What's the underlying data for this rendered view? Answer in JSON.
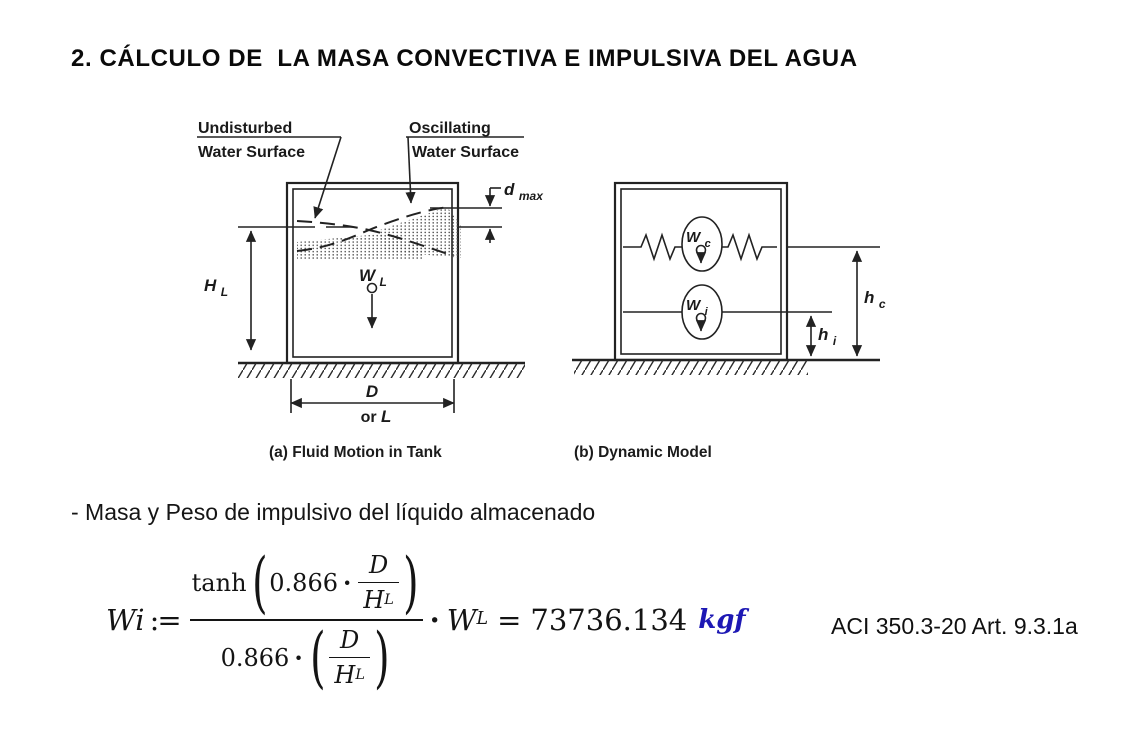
{
  "page": {
    "title": "2. CÁLCULO DE  LA MASA CONVECTIVA E IMPULSIVA DEL AGUA",
    "subtitle": "- Masa y Peso de impulsivo del líquido almacenado"
  },
  "figure": {
    "left": {
      "undisturbed_line1": "Undisturbed",
      "undisturbed_line2": "Water Surface",
      "oscillating_line1": "Oscillating",
      "oscillating_line2": "Water Surface",
      "dmax_base": "d",
      "dmax_sub": "max",
      "hl_base": "H",
      "hl_sub": "L",
      "wl_base": "W",
      "wl_sub": "L",
      "width_label": "D",
      "width_alt_prefix": "or ",
      "width_alt_var": "L",
      "caption": "(a) Fluid Motion in Tank"
    },
    "right": {
      "wc_base": "W",
      "wc_sub": "c",
      "wi_base": "W",
      "wi_sub": "i",
      "hc_base": "h",
      "hc_sub": "c",
      "hi_base": "h",
      "hi_sub": "i",
      "caption": "(b) Dynamic Model"
    }
  },
  "formula": {
    "lhs": "Wi",
    "assign": ":=",
    "function": "tanh",
    "coefficient": "0.866",
    "multiply_dot": "·",
    "paren_open": "(",
    "paren_close": ")",
    "d_base": "D",
    "h_base": "H",
    "h_sub": "L",
    "w_base": "W",
    "w_sub": "L",
    "equals": "=",
    "result_value": "73736.134",
    "result_unit": "kgf"
  },
  "reference": {
    "code": "ACI 350.3-20 Art. 9.3.1a"
  },
  "colors": {
    "ink": "#1a1a1a",
    "unit_blue": "#1d18b4"
  }
}
